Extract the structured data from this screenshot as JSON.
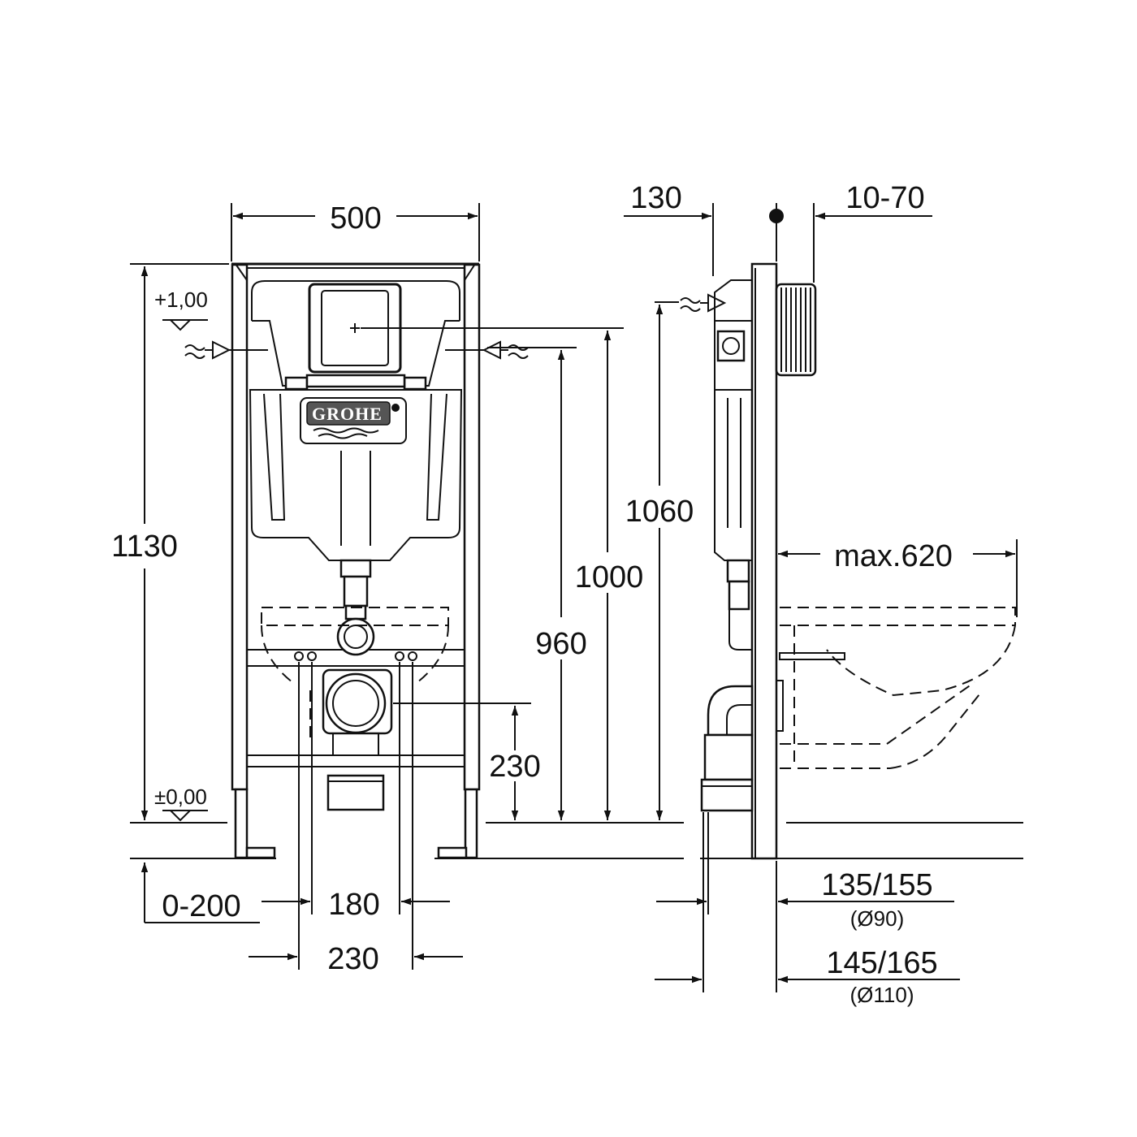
{
  "front_view": {
    "width": "500",
    "height_total": "1130",
    "level_upper": "+1,00",
    "level_floor": "±0,00",
    "adjust_range": "0-200",
    "spacing_inner": "180",
    "spacing_outer": "230",
    "drain_height": "230",
    "inlet_height": "960",
    "actuator_height": "1000",
    "side_height": "1060",
    "brand_logo": "GROHE"
  },
  "side_view": {
    "depth_frame": "130",
    "wall_cover": "10-70",
    "max_projection": "max.620",
    "depth_small": "135/155",
    "pipe_small": "(Ø90)",
    "depth_large": "145/165",
    "pipe_large": "(Ø110)"
  },
  "colors": {
    "line": "#111111",
    "background": "#ffffff"
  }
}
